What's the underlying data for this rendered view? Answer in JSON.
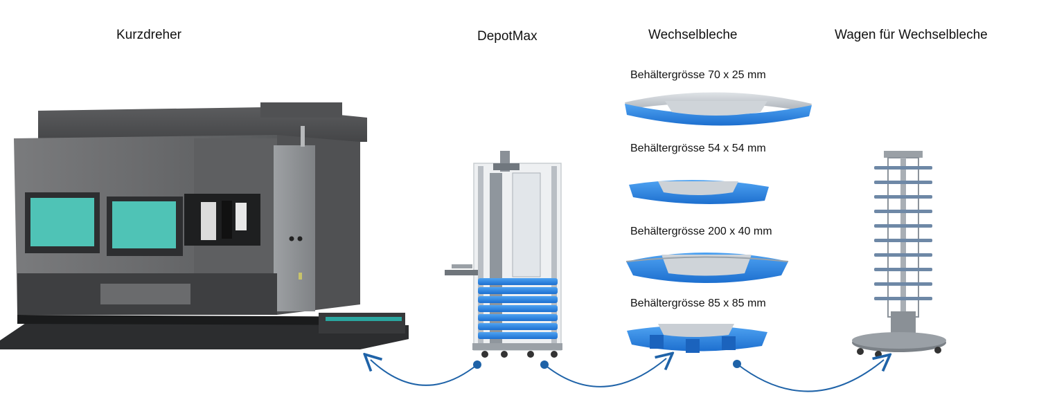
{
  "titles": {
    "kurzdreher": "Kurzdreher",
    "depotmax": "DepotMax",
    "wechselbleche": "Wechselbleche",
    "wagen": "Wagen für Wechselbleche"
  },
  "container_sizes": [
    "Behältergrösse 70 x 25 mm",
    "Behältergrösse 54 x 54 mm",
    "Behältergrösse 200 x 40 mm",
    "Behältergrösse 85 x 85 mm"
  ],
  "colors": {
    "machine_body": "#6d6e70",
    "machine_dark": "#4a4b4d",
    "window_cyan": "#4fc3b6",
    "tray_blue": "#2f86e0",
    "tray_steel": "#c7ccd2",
    "arrow_blue": "#1f63a8"
  }
}
